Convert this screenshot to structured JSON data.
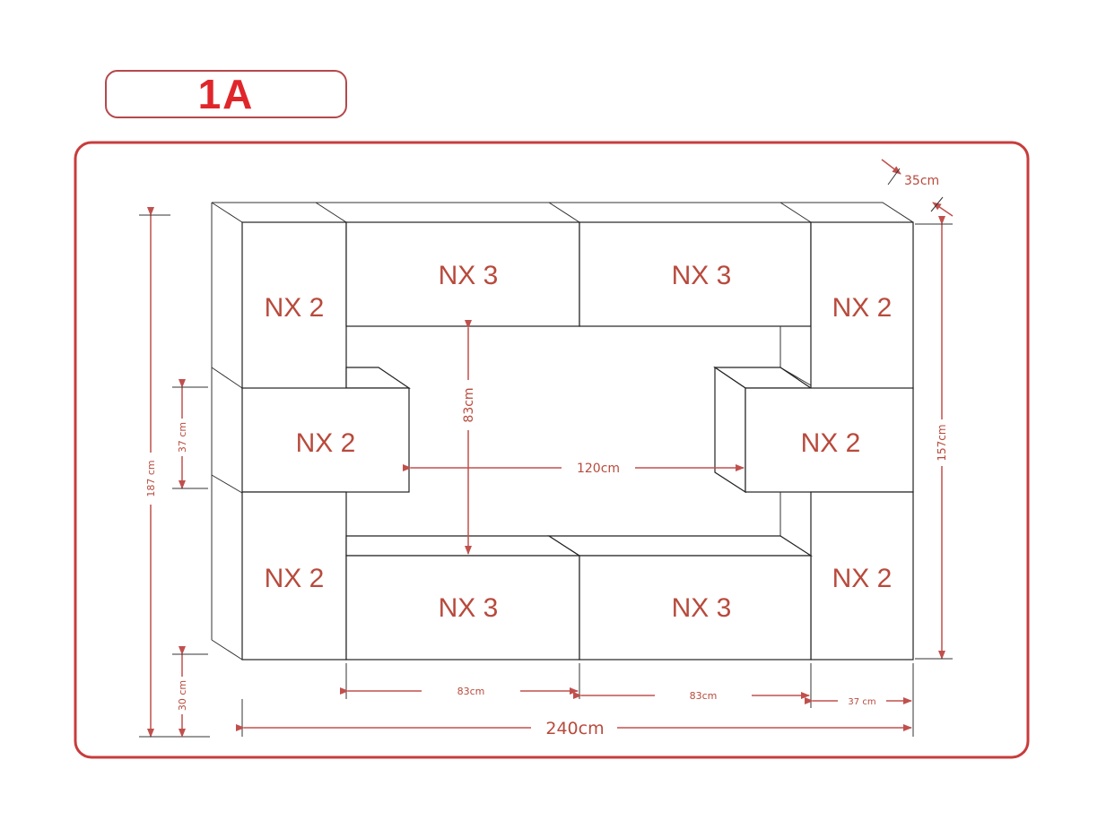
{
  "title": "1A",
  "modules": {
    "top_left": "NX 2",
    "top_mid_left": "NX 3",
    "top_mid_right": "NX 3",
    "top_right": "NX 2",
    "mid_left": "NX 2",
    "mid_right": "NX 2",
    "bottom_left": "NX 2",
    "bottom_mid_left": "NX 3",
    "bottom_mid_right": "NX 3",
    "bottom_right": "NX 2"
  },
  "dimensions": {
    "total_height": "187 cm",
    "mid_height": "37 cm",
    "bottom_gap": "30 cm",
    "right_height": "157cm",
    "depth": "35cm",
    "inner_height": "83cm",
    "inner_width": "120cm",
    "bottom_w1": "83cm",
    "bottom_w2": "83cm",
    "bottom_w3": "37 cm",
    "total_width": "240cm"
  },
  "colors": {
    "accent": "#c0504d",
    "title": "#e0262b",
    "frame": "#b5484b"
  }
}
